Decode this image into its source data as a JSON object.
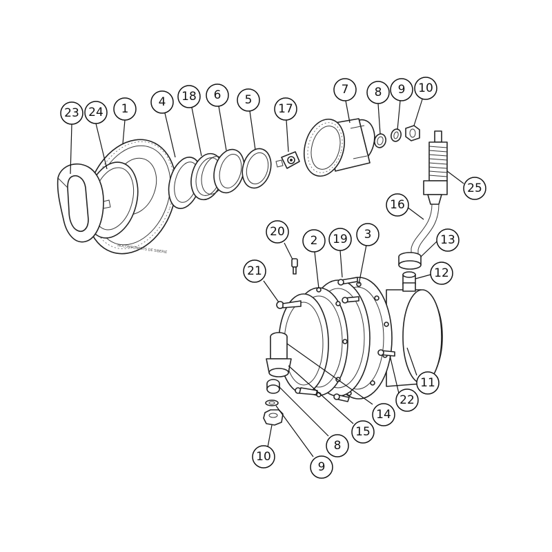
{
  "diagram": {
    "callouts": [
      {
        "id": "c23",
        "label": "23",
        "part": "part-23"
      },
      {
        "id": "c24",
        "label": "24",
        "part": "part-24"
      },
      {
        "id": "c1",
        "label": "1",
        "part": "part-1"
      },
      {
        "id": "c4",
        "label": "4",
        "part": "part-4"
      },
      {
        "id": "c18",
        "label": "18",
        "part": "part-18"
      },
      {
        "id": "c6",
        "label": "6",
        "part": "part-6"
      },
      {
        "id": "c5",
        "label": "5",
        "part": "part-5"
      },
      {
        "id": "c17",
        "label": "17",
        "part": "part-17"
      },
      {
        "id": "c7",
        "label": "7",
        "part": "part-7"
      },
      {
        "id": "c8a",
        "label": "8",
        "part": "part-8-top"
      },
      {
        "id": "c9a",
        "label": "9",
        "part": "part-9-top"
      },
      {
        "id": "c10a",
        "label": "10",
        "part": "part-10-top"
      },
      {
        "id": "c25",
        "label": "25",
        "part": "part-25"
      },
      {
        "id": "c16",
        "label": "16",
        "part": "part-16"
      },
      {
        "id": "c13",
        "label": "13",
        "part": "part-13"
      },
      {
        "id": "c12",
        "label": "12",
        "part": "part-12"
      },
      {
        "id": "c20",
        "label": "20",
        "part": "part-20"
      },
      {
        "id": "c2",
        "label": "2",
        "part": "part-2"
      },
      {
        "id": "c19",
        "label": "19",
        "part": "part-19"
      },
      {
        "id": "c3",
        "label": "3",
        "part": "part-3"
      },
      {
        "id": "c21",
        "label": "21",
        "part": "part-21"
      },
      {
        "id": "c11",
        "label": "11",
        "part": "part-11"
      },
      {
        "id": "c22",
        "label": "22",
        "part": "part-22"
      },
      {
        "id": "c14",
        "label": "14",
        "part": "part-14"
      },
      {
        "id": "c15",
        "label": "15",
        "part": "part-15"
      },
      {
        "id": "c8b",
        "label": "8",
        "part": "part-8-bottom"
      },
      {
        "id": "c10b",
        "label": "10",
        "part": "part-10-bottom"
      },
      {
        "id": "c9b",
        "label": "9",
        "part": "part-9-bottom"
      }
    ]
  }
}
